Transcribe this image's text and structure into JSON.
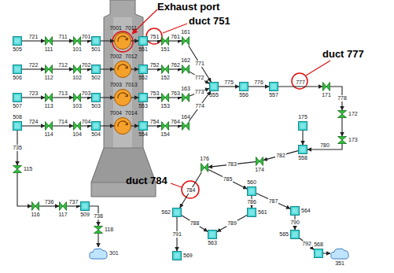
{
  "diagram": {
    "nodes": [
      {
        "text": [
          "505"
        ]
      },
      {
        "text": [
          "111"
        ]
      },
      {
        "text": [
          "101"
        ]
      },
      {
        "text": [
          "501"
        ]
      },
      {
        "text": [
          "506"
        ]
      },
      {
        "text": [
          "112"
        ]
      },
      {
        "text": [
          "102"
        ]
      },
      {
        "text": [
          "502"
        ]
      },
      {
        "text": [
          "507"
        ]
      },
      {
        "text": [
          "113"
        ]
      },
      {
        "text": [
          "103"
        ]
      },
      {
        "text": [
          "503"
        ]
      },
      {
        "text": [
          "508"
        ]
      },
      {
        "text": [
          "114"
        ]
      },
      {
        "text": [
          "104"
        ]
      },
      {
        "text": [
          "504"
        ]
      },
      {
        "text": [
          "7001"
        ]
      },
      {
        "text": [
          "7002"
        ]
      },
      {
        "text": [
          "7003"
        ]
      },
      {
        "text": [
          "7004"
        ]
      },
      {
        "text": [
          "551"
        ]
      },
      {
        "text": [
          "552"
        ]
      },
      {
        "text": [
          "553"
        ]
      },
      {
        "text": [
          "554"
        ]
      },
      {
        "text": [
          "151"
        ]
      },
      {
        "text": [
          "152"
        ]
      },
      {
        "text": [
          "153"
        ]
      },
      {
        "text": [
          "154"
        ]
      },
      {
        "text": [
          "161"
        ]
      },
      {
        "text": [
          "162"
        ]
      },
      {
        "text": [
          "163"
        ]
      },
      {
        "text": [
          "164"
        ]
      },
      {
        "text": [
          "555"
        ]
      },
      {
        "text": [
          "556"
        ]
      },
      {
        "text": [
          "557"
        ]
      },
      {
        "text": [
          "171"
        ]
      },
      {
        "text": [
          "172"
        ]
      },
      {
        "text": [
          "173"
        ]
      },
      {
        "text": [
          "175"
        ]
      },
      {
        "text": [
          "558"
        ]
      },
      {
        "text": [
          "174"
        ]
      },
      {
        "text": [
          "176"
        ]
      },
      {
        "text": [
          "560"
        ]
      },
      {
        "text": [
          "561"
        ]
      },
      {
        "text": [
          "562"
        ]
      },
      {
        "text": [
          "563"
        ]
      },
      {
        "text": [
          "564"
        ]
      },
      {
        "text": [
          "565"
        ]
      },
      {
        "text": [
          "569"
        ]
      },
      {
        "text": [
          "568"
        ]
      },
      {
        "text": [
          "351"
        ]
      },
      {
        "text": [
          "115"
        ]
      },
      {
        "text": [
          "116"
        ]
      },
      {
        "text": [
          "117"
        ]
      },
      {
        "text": [
          "509"
        ]
      },
      {
        "text": [
          "118"
        ]
      },
      {
        "text": [
          "301"
        ]
      }
    ],
    "edges": [
      {
        "from": 0,
        "to": 1,
        "label": "721",
        "arrow": "to"
      },
      {
        "from": 1,
        "to": 2,
        "label": "711",
        "arrow": "to"
      },
      {
        "from": 2,
        "to": 3,
        "label": "701",
        "arrow": "to"
      },
      {
        "from": 3,
        "to": 16,
        "arrow": "to"
      },
      {
        "from": 16,
        "to": 20,
        "arrow": "to"
      },
      {
        "from": 20,
        "to": 24,
        "label": "751",
        "arrow": "to"
      },
      {
        "from": 24,
        "to": 28,
        "label": "761",
        "arrow": "to"
      },
      {
        "from": 28,
        "to": 32,
        "label": "771",
        "arrow": "to"
      },
      {
        "from": 4,
        "to": 5,
        "label": "722",
        "arrow": "to"
      },
      {
        "from": 5,
        "to": 6,
        "label": "712",
        "arrow": "to"
      },
      {
        "from": 6,
        "to": 7,
        "label": "702",
        "arrow": "to"
      },
      {
        "from": 7,
        "to": 17,
        "arrow": "to"
      },
      {
        "from": 17,
        "to": 21,
        "arrow": "to"
      },
      {
        "from": 21,
        "to": 25,
        "label": "752",
        "arrow": "to"
      },
      {
        "from": 25,
        "to": 29,
        "label": "762",
        "arrow": "to"
      },
      {
        "from": 29,
        "to": 32,
        "label": "772",
        "arrow": "to"
      },
      {
        "from": 8,
        "to": 9,
        "label": "723",
        "arrow": "to"
      },
      {
        "from": 9,
        "to": 10,
        "label": "713",
        "arrow": "to"
      },
      {
        "from": 10,
        "to": 11,
        "label": "703",
        "arrow": "to"
      },
      {
        "from": 11,
        "to": 18,
        "arrow": "to"
      },
      {
        "from": 18,
        "to": 22,
        "arrow": "to"
      },
      {
        "from": 22,
        "to": 26,
        "label": "753",
        "arrow": "to"
      },
      {
        "from": 26,
        "to": 30,
        "label": "763",
        "arrow": "to"
      },
      {
        "from": 30,
        "to": 32,
        "label": "773",
        "arrow": "to"
      },
      {
        "from": 12,
        "to": 13,
        "label": "724",
        "arrow": "to"
      },
      {
        "from": 13,
        "to": 14,
        "label": "714",
        "arrow": "to"
      },
      {
        "from": 14,
        "to": 15,
        "label": "704",
        "arrow": "to"
      },
      {
        "from": 15,
        "to": 19,
        "arrow": "to"
      },
      {
        "from": 19,
        "to": 23,
        "arrow": "to"
      },
      {
        "from": 23,
        "to": 27,
        "label": "754",
        "arrow": "to"
      },
      {
        "from": 27,
        "to": 31,
        "label": "764",
        "arrow": "to"
      },
      {
        "from": 31,
        "to": 32,
        "label": "774",
        "arrow": "to"
      },
      {
        "from": 32,
        "to": 33,
        "label": "775",
        "arrow": "to"
      },
      {
        "from": 33,
        "to": 34,
        "label": "776",
        "arrow": "to"
      },
      {
        "from": 34,
        "to": 35,
        "label": "777",
        "arrow": "to"
      },
      {
        "from": 35,
        "to": 36,
        "label": "778",
        "arrow": "to"
      },
      {
        "from": 36,
        "to": 37,
        "arrow": "to"
      },
      {
        "from": 37,
        "to": 39,
        "label": "780",
        "arrow": "to"
      },
      {
        "from": 38,
        "to": 39,
        "arrow": "to"
      },
      {
        "from": 39,
        "to": 40,
        "label": "782",
        "arrow": "to"
      },
      {
        "from": 40,
        "to": 41,
        "label": "783",
        "arrow": "to"
      },
      {
        "from": 41,
        "to": 44,
        "label": "784",
        "arrow": "to"
      },
      {
        "from": 41,
        "to": 42,
        "label": "785",
        "arrow": "to"
      },
      {
        "from": 42,
        "to": 43,
        "label": "786",
        "arrow": "to"
      },
      {
        "from": 42,
        "to": 46,
        "label": "787",
        "arrow": "to"
      },
      {
        "from": 44,
        "to": 45,
        "label": "788",
        "arrow": "to"
      },
      {
        "from": 43,
        "to": 45,
        "label": "789",
        "arrow": "to"
      },
      {
        "from": 46,
        "to": 47,
        "label": "790",
        "arrow": "to"
      },
      {
        "from": 44,
        "to": 48,
        "label": "791",
        "arrow": "to"
      },
      {
        "from": 47,
        "to": 49,
        "label": "792",
        "arrow": "to"
      },
      {
        "from": 49,
        "to": 50,
        "arrow": "to"
      },
      {
        "from": 12,
        "to": 51,
        "label": "735",
        "arrow": "to"
      },
      {
        "from": 51,
        "to": 52,
        "arrow": "to"
      },
      {
        "from": 52,
        "to": 53,
        "label": "736",
        "arrow": "to"
      },
      {
        "from": 53,
        "to": 54,
        "label": "737",
        "arrow": "to"
      },
      {
        "from": 54,
        "to": 55,
        "label": "738",
        "arrow": "to"
      },
      {
        "from": 55,
        "to": 56,
        "arrow": "to"
      }
    ],
    "labels": [
      "Exhaust port",
      "duct 751",
      "duct 777",
      "duct 784",
      "7011",
      "7012",
      "7013",
      "7014"
    ]
  }
}
